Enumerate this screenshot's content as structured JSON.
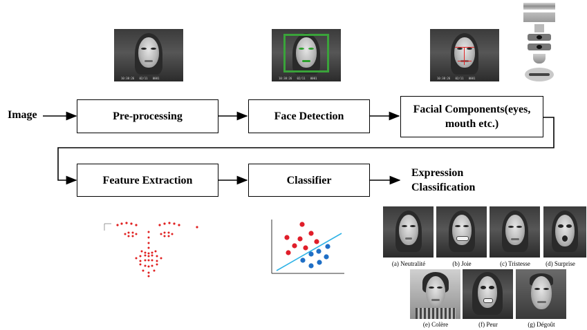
{
  "pipeline": {
    "input_label": "Image",
    "preprocessing": "Pre-processing",
    "face_detection": "Face Detection",
    "facial_components_line1": "Facial Components(eyes,",
    "facial_components_line2": "mouth etc.)",
    "feature_extraction": "Feature Extraction",
    "classifier": "Classifier",
    "output_line1": "Expression",
    "output_line2": "Classification"
  },
  "expressions": [
    {
      "caption": "(a) Neutralité"
    },
    {
      "caption": "(b) Joie"
    },
    {
      "caption": "(c) Tristesse"
    },
    {
      "caption": "(d) Surprise"
    },
    {
      "caption": "(e) Colère"
    },
    {
      "caption": "(f) Peur"
    },
    {
      "caption": "(g) Dégoût"
    }
  ],
  "colors": {
    "detection_box": "#3aa33a",
    "landmark_red": "#e02020",
    "class_red": "#e01e2a",
    "class_blue": "#1f6fc6",
    "separator": "#2fb3e6"
  }
}
